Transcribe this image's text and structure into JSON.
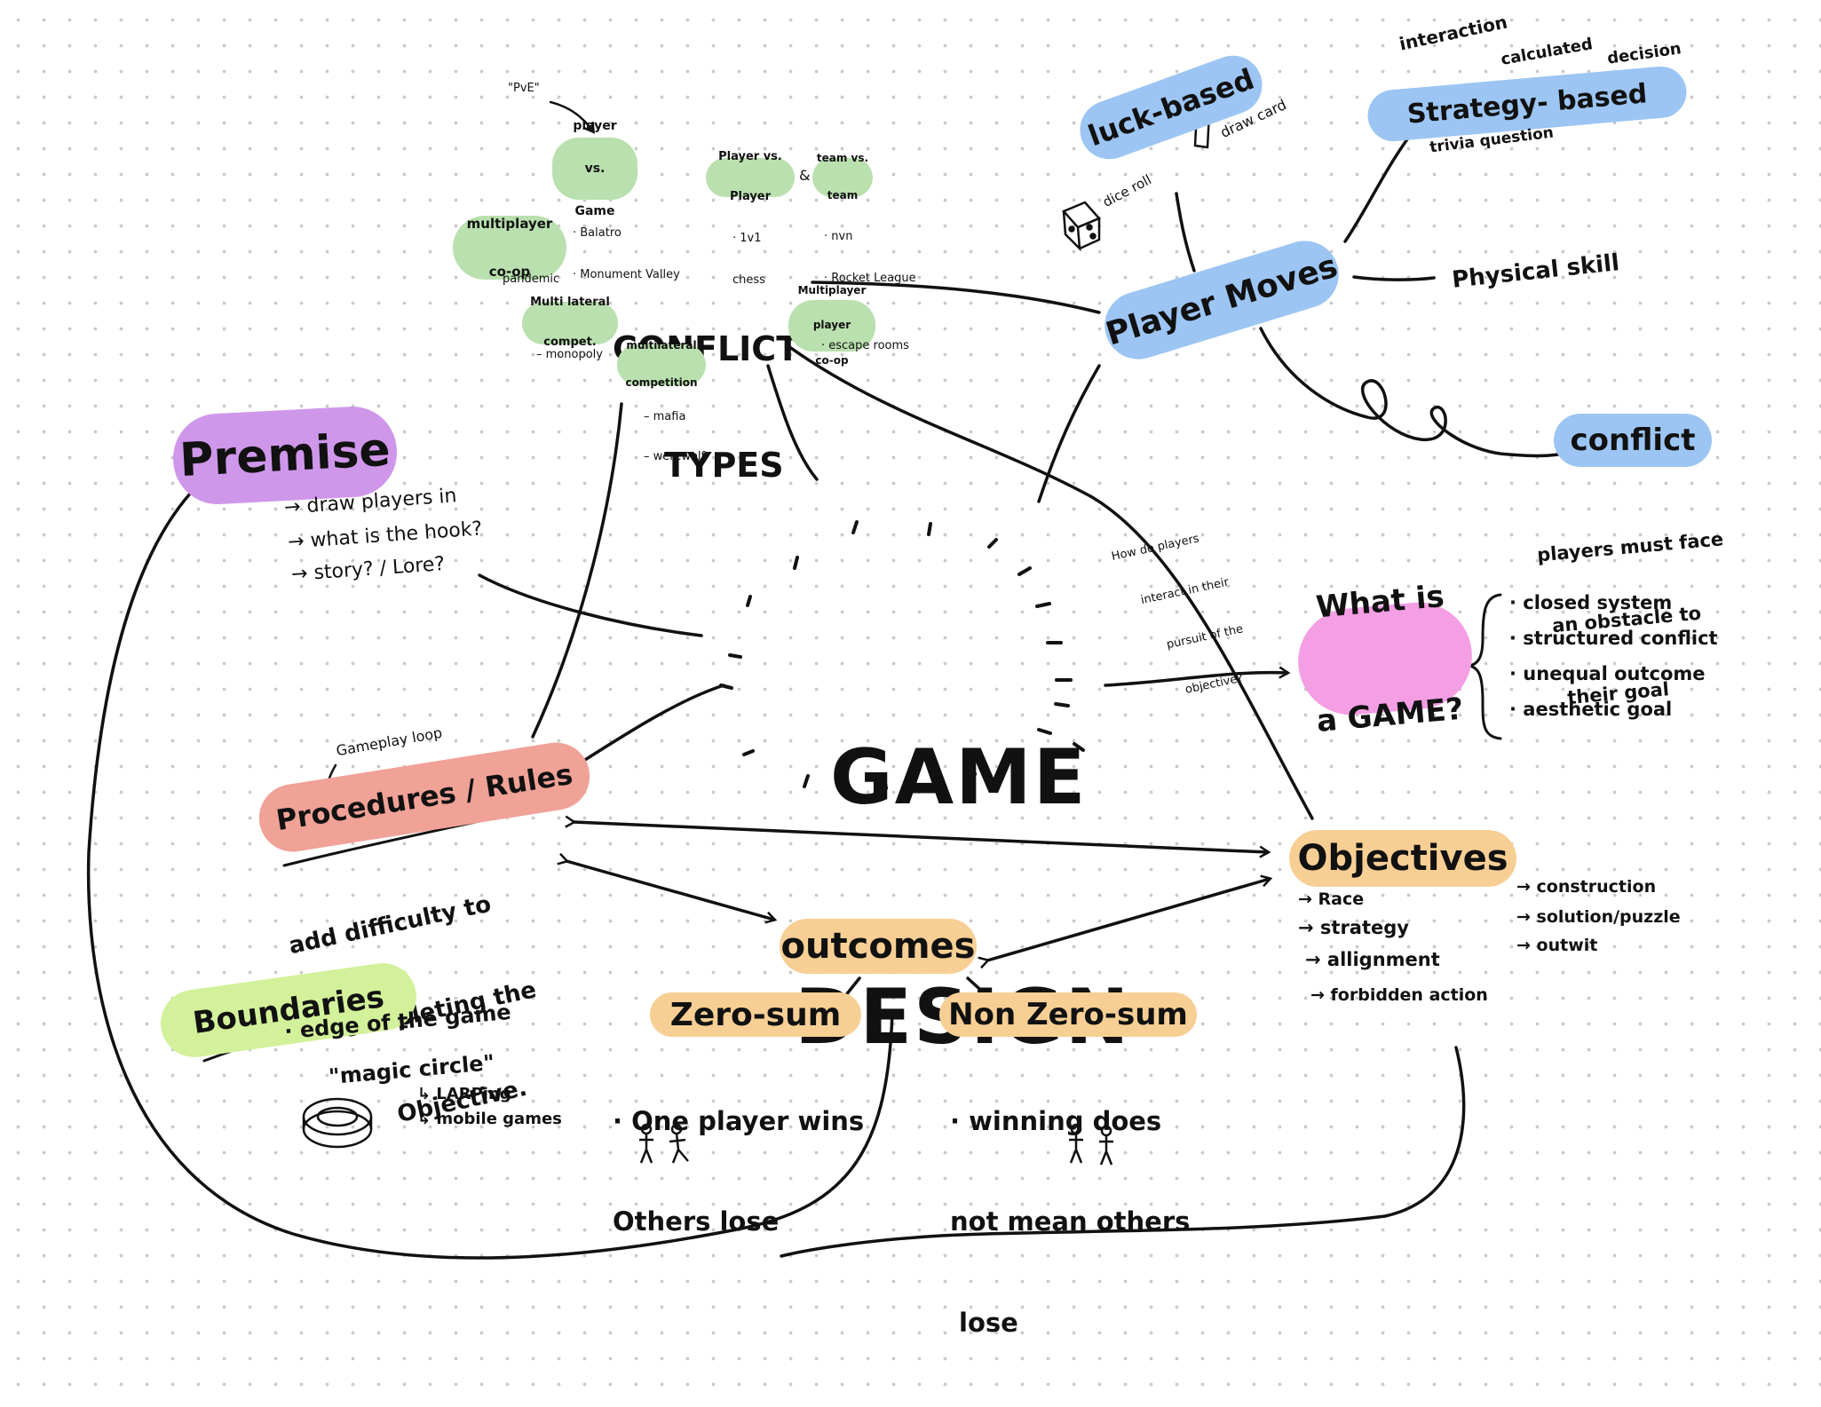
{
  "center": {
    "line1": "GAME",
    "line2": "DESIGN"
  },
  "conflict_types": {
    "title_line1": "CONFLICT",
    "title_line2": "TYPES",
    "pve_note": "\"PvE\"",
    "player_vs_game": {
      "line1": "player",
      "line2": "vs.",
      "line3": "Game",
      "ex1": "· Balatro",
      "ex2": "· Monument Valley"
    },
    "player_vs_player": {
      "line1": "Player vs.",
      "line2": "Player",
      "ex1": "· 1v1",
      "ex2": "chess"
    },
    "amp": "&",
    "team_vs_team": {
      "line1": "team vs.",
      "line2": "team",
      "ex1": "· nvn",
      "ex2": "· Rocket League"
    },
    "multiplayer_coop": {
      "line1": "multiplayer",
      "line2": "co-op",
      "ex1": "pandemic"
    },
    "multilateral_compet": {
      "line1": "Multi lateral",
      "line2": "compet.",
      "ex1": "– monopoly"
    },
    "multilateral_competition": {
      "line1": "multilateral",
      "line2": "competition",
      "ex1": "– mafia",
      "ex2": "– werewolf"
    },
    "multiplayer_player_coop": {
      "line1": "Multiplayer",
      "line2": "player",
      "line3": "co-op",
      "ex1": "· escape rooms"
    }
  },
  "player_moves": {
    "title": "Player Moves",
    "luck_based": "luck-based",
    "draw_card": "draw card",
    "dice_roll": "dice roll",
    "strategy_based": "Strategy- based",
    "interaction": "interaction",
    "calculated": "calculated",
    "decision": "decision",
    "trivia_question": "trivia question",
    "physical_skill": "Physical skill",
    "interact_note_1": "How do players",
    "interact_note_2": "interact in their",
    "interact_note_3": "pursuit of the",
    "interact_note_4": "objective?"
  },
  "conflict": {
    "title": "conflict",
    "desc_1": "players must face",
    "desc_2": "an obstacle to",
    "desc_3": "their goal"
  },
  "what_is_game": {
    "line1": "What is",
    "line2": "a GAME?",
    "items": [
      "· closed system",
      "· structured conflict",
      "· unequal outcome",
      "· aesthetic goal"
    ]
  },
  "premise": {
    "title": "Premise",
    "items": [
      "→ draw players in",
      "→ what is the hook?",
      "→ story? / Lore?"
    ]
  },
  "procedures": {
    "title": "Procedures / Rules",
    "loop_note": "Gameplay loop",
    "desc_1": "add difficulty to",
    "desc_2": "completing the",
    "desc_3": "Objective."
  },
  "boundaries": {
    "title": "Boundaries",
    "items": [
      "· edge of the game",
      "\"magic circle\"",
      "↳ LARPing",
      "↳ mobile games"
    ]
  },
  "outcomes": {
    "title": "outcomes",
    "zero_sum": "Zero-sum",
    "zero_sum_desc_1": "· One player wins",
    "zero_sum_desc_2": "Others lose",
    "non_zero_sum": "Non Zero-sum",
    "non_zero_desc_1": "· winning does",
    "non_zero_desc_2": "not mean others",
    "non_zero_desc_3": "lose"
  },
  "objectives": {
    "title": "Objectives",
    "col1": [
      "→ Race",
      "→ strategy",
      "→ allignment",
      "→ forbidden action"
    ],
    "col2": [
      "→ construction",
      "→ solution/puzzle",
      "→ outwit"
    ]
  },
  "colors": {
    "green": "#b9e0ae",
    "blue": "#9cc5f3",
    "purple": "#cf97ea",
    "pink": "#f49ee4",
    "salmon": "#f0a297",
    "orange": "#f7cf95",
    "lime": "#d2f19a",
    "ink": "#111111"
  }
}
